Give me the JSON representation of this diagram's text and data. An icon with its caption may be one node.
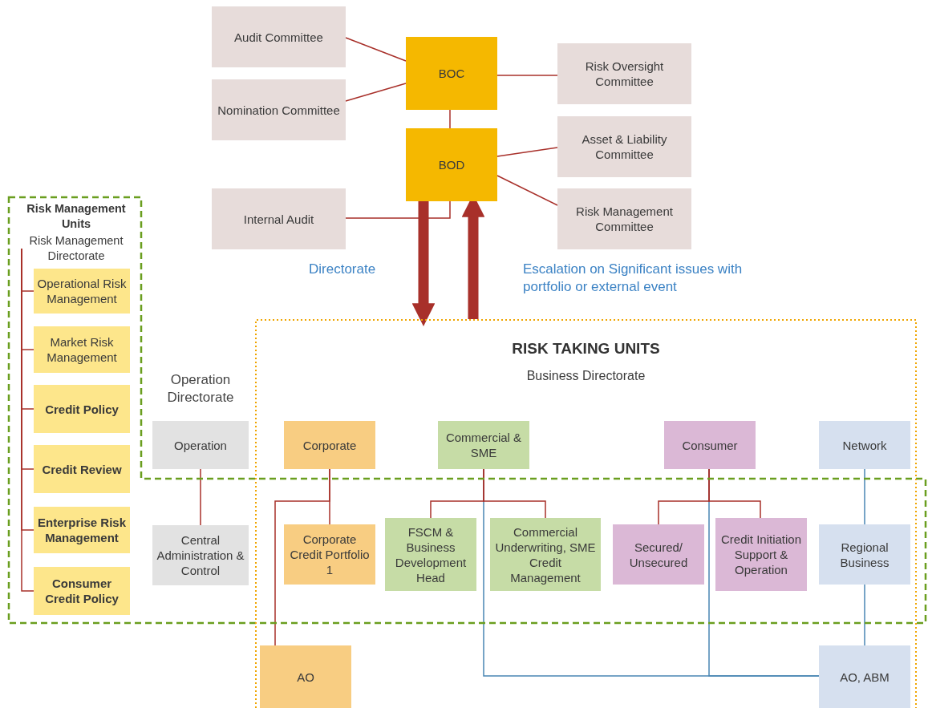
{
  "diagram": {
    "nodes": [
      {
        "text": [
          "Audit Committee"
        ]
      },
      {
        "text": [
          "Nomination Committee"
        ]
      },
      {
        "text": [
          "BOC"
        ]
      },
      {
        "text": [
          "Risk Oversight Committee"
        ]
      },
      {
        "text": [
          "BOD"
        ]
      },
      {
        "text": [
          "Asset & Liability Committee"
        ]
      },
      {
        "text": [
          "Internal Audit"
        ]
      },
      {
        "text": [
          "Risk Management Committee"
        ]
      },
      {
        "text": [
          "Risk Management Units",
          "Risk Management Directorate"
        ]
      },
      {
        "text": [
          "Operational Risk Management"
        ],
        "in": 8
      },
      {
        "text": [
          "Market Risk Management"
        ],
        "in": 8
      },
      {
        "text": [
          "Credit Policy"
        ],
        "in": 8
      },
      {
        "text": [
          "Credit Review"
        ],
        "in": 8
      },
      {
        "text": [
          "Enterprise Risk Management"
        ],
        "in": 8
      },
      {
        "text": [
          "Consumer Credit Policy"
        ],
        "in": 8
      },
      {
        "text": [
          "RISK TAKING UNITS",
          "Business Directorate"
        ]
      },
      {
        "text": [
          "Operation"
        ],
        "beside": [
          "Operation Directorate"
        ]
      },
      {
        "text": [
          "Corporate"
        ],
        "in": 15
      },
      {
        "text": [
          "Commercial & SME"
        ],
        "in": 15
      },
      {
        "text": [
          "Consumer"
        ],
        "in": 15
      },
      {
        "text": [
          "Network"
        ],
        "in": 15
      },
      {
        "text": [
          "Central Administration & Control"
        ],
        "in": 8
      },
      {
        "text": [
          "Corporate Credit Portfolio 1"
        ]
      },
      {
        "text": [
          "FSCM & Business Development Head"
        ]
      },
      {
        "text": [
          "Commercial Underwriting, SME Credit Management"
        ]
      },
      {
        "text": [
          "Secured/ Unsecured"
        ]
      },
      {
        "text": [
          "Credit Initiation Support & Operation"
        ]
      },
      {
        "text": [
          "Regional Business"
        ]
      },
      {
        "text": [
          "AO"
        ],
        "in": 15
      },
      {
        "text": [
          "AO, ABM"
        ],
        "in": 15
      }
    ],
    "edges": [
      {
        "from": 0,
        "to": 2,
        "arrow": "none"
      },
      {
        "from": 1,
        "to": 2,
        "arrow": "none"
      },
      {
        "from": 2,
        "to": 3,
        "arrow": "none"
      },
      {
        "from": 2,
        "to": 4,
        "arrow": "none"
      },
      {
        "from": 4,
        "to": 5,
        "arrow": "none"
      },
      {
        "from": 4,
        "to": 7,
        "arrow": "none"
      },
      {
        "from": 6,
        "to": 4,
        "arrow": "none"
      },
      {
        "from": 4,
        "to": 15,
        "arrow": "to",
        "style": "thick",
        "label": "Directorate"
      },
      {
        "from": 15,
        "to": 4,
        "arrow": "to",
        "style": "thick",
        "label": "Escalation on Significant issues with portfolio or external event"
      },
      {
        "from": 8,
        "to": 9,
        "arrow": "none"
      },
      {
        "from": 8,
        "to": 10,
        "arrow": "none"
      },
      {
        "from": 8,
        "to": 11,
        "arrow": "none"
      },
      {
        "from": 8,
        "to": 12,
        "arrow": "none"
      },
      {
        "from": 8,
        "to": 13,
        "arrow": "none"
      },
      {
        "from": 8,
        "to": 14,
        "arrow": "none"
      },
      {
        "from": 16,
        "to": 21,
        "arrow": "none"
      },
      {
        "from": 18,
        "to": 29,
        "arrow": "none",
        "color": "#4a86b4"
      },
      {
        "from": 19,
        "to": 29,
        "arrow": "none",
        "color": "#4a86b4"
      },
      {
        "from": 20,
        "to": 27,
        "arrow": "none",
        "color": "#4a86b4"
      },
      {
        "from": 27,
        "to": 29,
        "arrow": "none",
        "color": "#4a86b4"
      },
      {
        "from": 17,
        "to": 22,
        "arrow": "none"
      },
      {
        "from": 17,
        "to": 28,
        "arrow": "none"
      },
      {
        "from": 18,
        "to": 23,
        "arrow": "none"
      },
      {
        "from": 18,
        "to": 24,
        "arrow": "none"
      },
      {
        "from": 19,
        "to": 25,
        "arrow": "none"
      },
      {
        "from": 19,
        "to": 26,
        "arrow": "none"
      }
    ]
  }
}
